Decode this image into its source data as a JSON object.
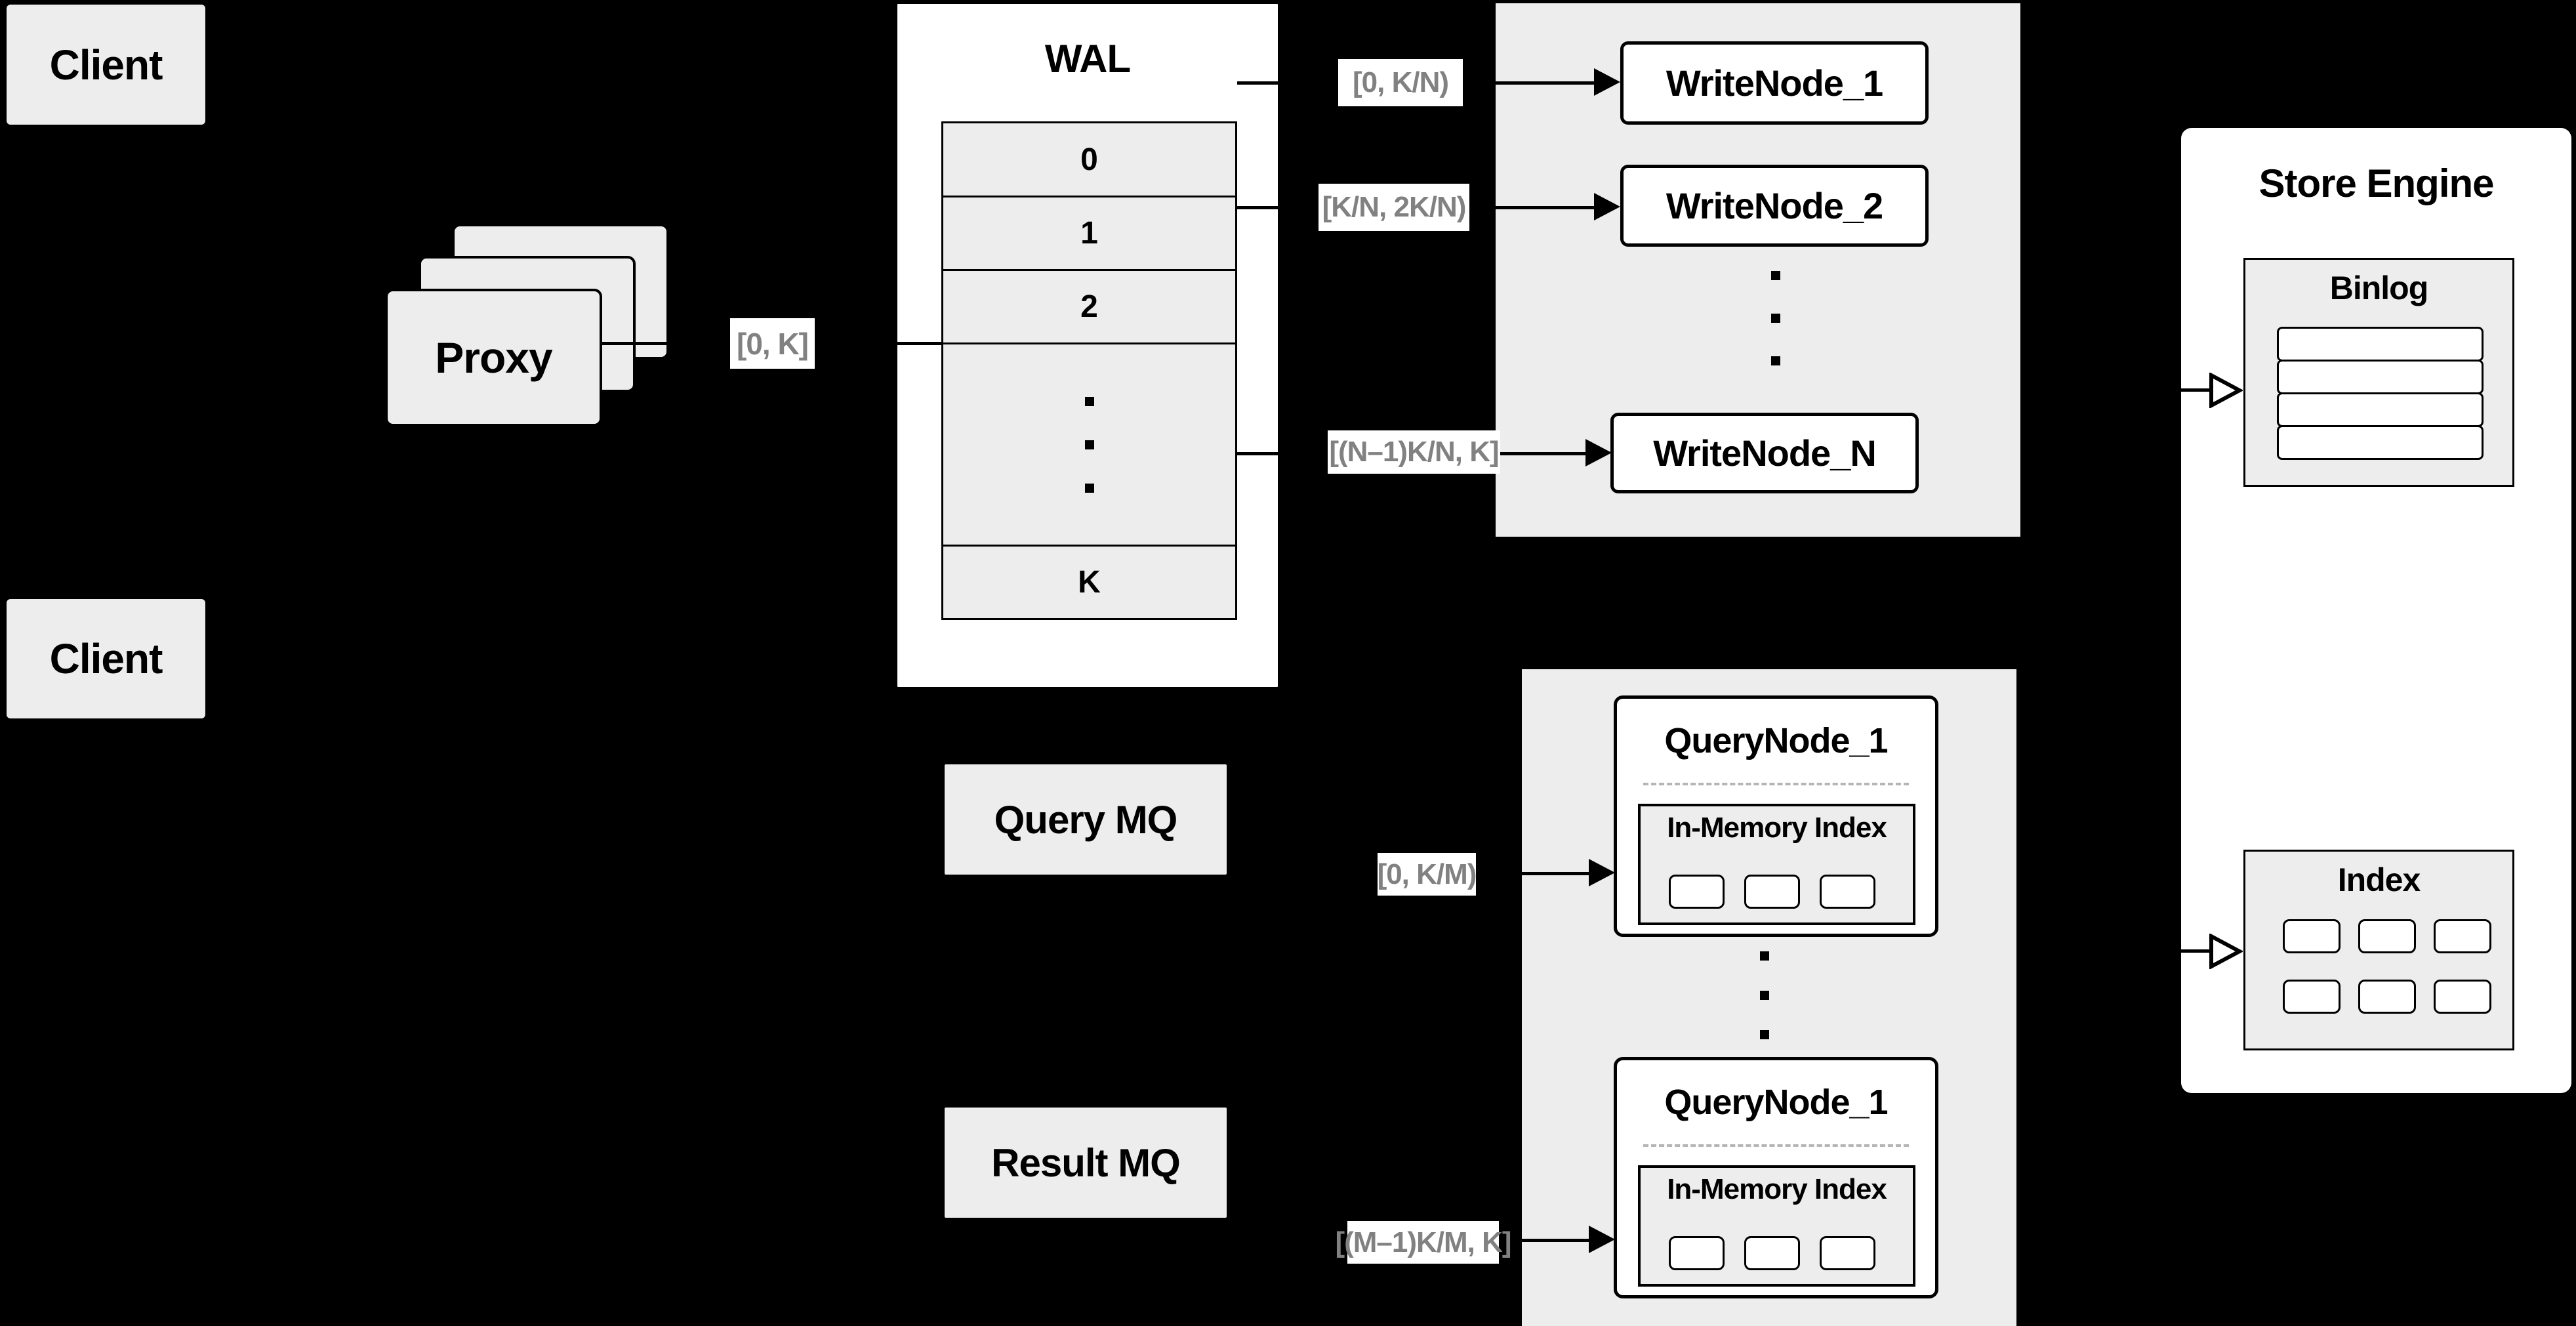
{
  "colors": {
    "background": "#000000",
    "panel_gray": "#ededed",
    "node_fill": "#ffffff",
    "line_black": "#000000",
    "tag_text": "#818181"
  },
  "client_top": {
    "label": "Client"
  },
  "client_bottom": {
    "label": "Client"
  },
  "proxy": {
    "label": "Proxy"
  },
  "edge_labels": {
    "proxy_to_wal": "[0, K]",
    "wal_to_writenode_1": "[0, K/N)",
    "wal_to_writenode_2": "[K/N, 2K/N)",
    "wal_to_writenode_n": "[(N–1)K/N, K]",
    "querymq_to_querynode_top": "[0, K/M)",
    "resultmq_to_querynode_bottom": "[(M–1)K/M, K]"
  },
  "wal": {
    "title": "WAL",
    "segments": {
      "s0": "0",
      "s1": "1",
      "s2": "2",
      "sk": "K"
    }
  },
  "write_nodes": {
    "node_1": "WriteNode_1",
    "node_2": "WriteNode_2",
    "node_n": "WriteNode_N"
  },
  "query_mq": {
    "label": "Query MQ"
  },
  "result_mq": {
    "label": "Result MQ"
  },
  "query_nodes": {
    "node_top": {
      "title": "QueryNode_1",
      "index_label": "In-Memory Index"
    },
    "node_bottom": {
      "title": "QueryNode_1",
      "index_label": "In-Memory Index"
    }
  },
  "store_engine": {
    "title": "Store Engine",
    "binlog": {
      "title": "Binlog"
    },
    "index": {
      "title": "Index"
    }
  }
}
